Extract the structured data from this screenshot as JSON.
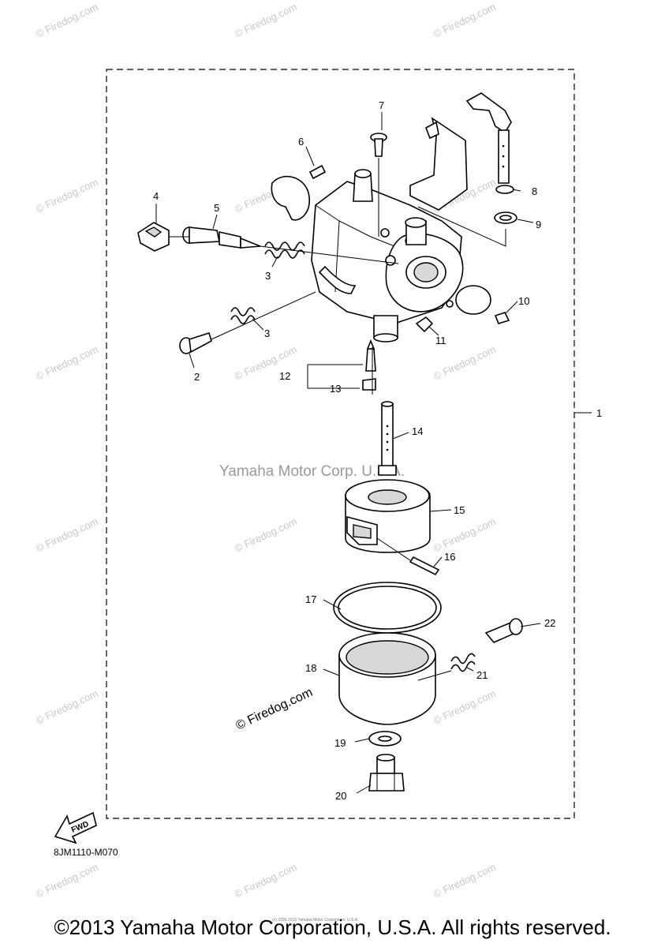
{
  "watermark": {
    "text": "© Firedog.com",
    "center_text": "Yamaha Motor Corp. U.S.A.",
    "large_text": "© Firedog.com"
  },
  "labels": {
    "p1": "1",
    "p2": "2",
    "p3a": "3",
    "p3b": "3",
    "p4": "4",
    "p5": "5",
    "p6": "6",
    "p7": "7",
    "p8": "8",
    "p9": "9",
    "p10": "10",
    "p11": "11",
    "p12": "12",
    "p13": "13",
    "p14": "14",
    "p15": "15",
    "p16": "16",
    "p17": "17",
    "p18": "18",
    "p19": "19",
    "p20": "20",
    "p21": "21",
    "p22": "22"
  },
  "fwd_label": "FWD",
  "diagram_code": "8JM1110-M070",
  "small_copyright": "(c) 2005-2015 Yamaha Motor Corporation, U.S.A.",
  "footer": "©2013 Yamaha Motor Corporation, U.S.A. All rights reserved."
}
